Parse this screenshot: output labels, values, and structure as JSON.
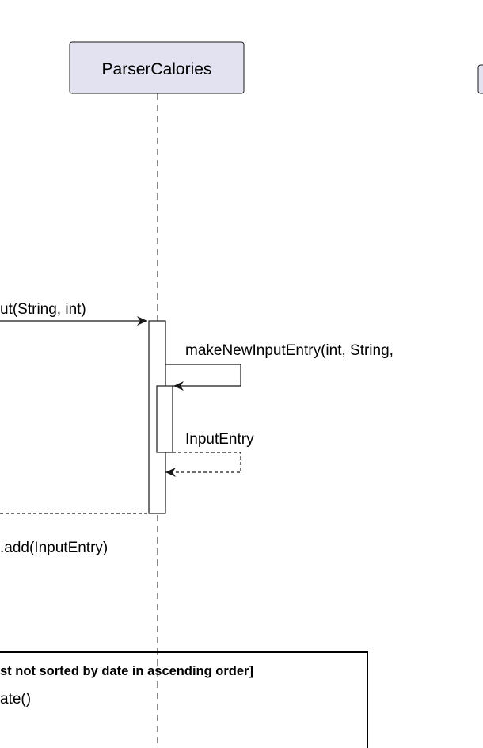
{
  "participants": [
    {
      "name": "ParserCalories"
    }
  ],
  "messages": {
    "incoming_call": "ut(String, int)",
    "self_call": "makeNewInputEntry(int, String,",
    "self_return": "InputEntry",
    "list_add": ".add(InputEntry)"
  },
  "fragment": {
    "guard": "st not sorted by date in ascending order]",
    "body": "ate()"
  },
  "colors": {
    "participant_fill": "#e2e2f0",
    "participant_stroke": "#181818",
    "lifeline": "#181818",
    "activation_fill": "#ffffff"
  }
}
